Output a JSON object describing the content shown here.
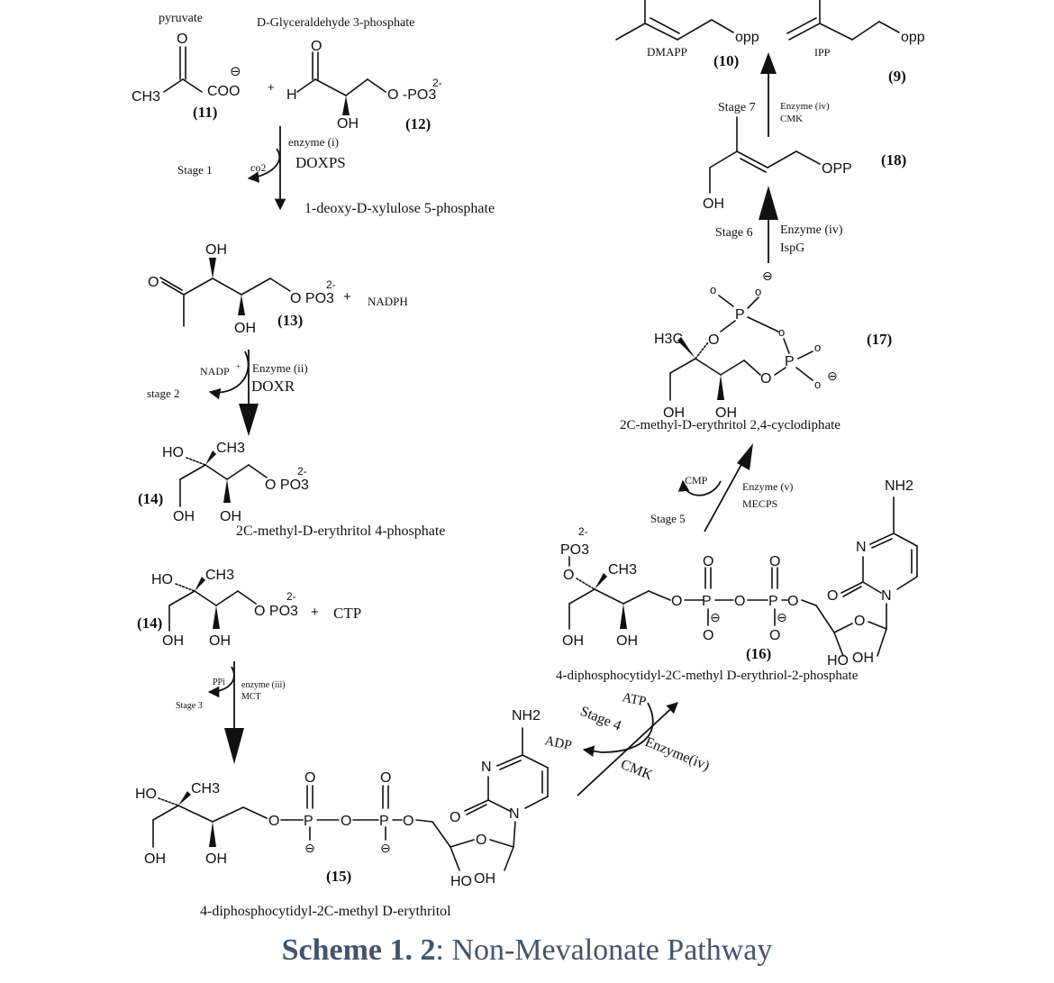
{
  "compounds": {
    "pyruvate": {
      "name": "pyruvate",
      "number": "(11)",
      "groups": {
        "ch3": "CH3",
        "coo": "COO",
        "o": "O",
        "charge": "⊖"
      }
    },
    "g3p": {
      "name": "D-Glyceraldehyde 3-phosphate",
      "number": "(12)",
      "groups": {
        "h": "H",
        "o": "O",
        "oh": "OH",
        "opo3": "O -PO3",
        "charge": "2-"
      }
    },
    "dxp": {
      "name": "1-deoxy-D-xylulose 5-phosphate",
      "number": "(13)",
      "groups": {
        "oh1": "OH",
        "oh2": "OH",
        "o": "O",
        "opo3": "O PO3",
        "charge": "2-"
      }
    },
    "mep": {
      "name": "2C-methyl-D-erythritol 4-phosphate",
      "number": "(14)",
      "groups": {
        "ho": "HO",
        "ch3": "CH3",
        "oh1": "OH",
        "oh2": "OH",
        "opo3": "O PO3",
        "charge": "2-"
      }
    },
    "mep2": {
      "number": "(14)",
      "groups": {
        "ho": "HO",
        "ch3": "CH3",
        "oh1": "OH",
        "oh2": "OH",
        "opo3": "O PO3",
        "charge": "2-"
      }
    },
    "cdpme": {
      "name": "4-diphosphocytidyl-2C-methyl D-erythritol",
      "number": "(15)",
      "groups": {
        "ho": "HO",
        "ch3": "CH3",
        "oh1": "OH",
        "oh2": "OH",
        "o": "O",
        "p": "P",
        "charge": "⊖",
        "nh2": "NH2",
        "n": "N",
        "ho2": "HO",
        "oh3": "OH"
      }
    },
    "cdpmep": {
      "name": "4-diphosphocytidyl-2C-methyl D-erythriol-2-phosphate",
      "number": "(16)",
      "groups": {
        "po3": "PO3",
        "charge": "2-",
        "o": "O",
        "ch3": "CH3",
        "oh1": "OH",
        "oh2": "OH",
        "p": "P",
        "minus": "⊖",
        "nh2": "NH2",
        "n": "N",
        "ho": "HO",
        "oh3": "OH"
      }
    },
    "mecpp": {
      "name": "2C-methyl-D-erythritol 2,4-cyclodiphate",
      "number": "(17)",
      "groups": {
        "h3c": "H3C",
        "o": "O",
        "o_small": "o",
        "p": "P",
        "oh1": "OH",
        "oh2": "OH",
        "minus": "⊖"
      }
    },
    "hmbpp": {
      "number": "(18)",
      "groups": {
        "oh": "OH",
        "opp": "OPP"
      }
    },
    "dmapp": {
      "name": "DMAPP",
      "number": "(10)",
      "groups": {
        "opp": "opp"
      }
    },
    "ipp": {
      "name": "IPP",
      "number": "(9)",
      "groups": {
        "opp": "opp"
      }
    }
  },
  "misc": {
    "plus": "+",
    "nadph": "NADPH",
    "nadp": "NADP",
    "nadp_sup": "+",
    "ctp": "CTP",
    "co2": "co2",
    "ppi": "PPi",
    "atp": "ATP",
    "adp": "ADP",
    "cmp": "CMP"
  },
  "stages": {
    "s1": {
      "label": "Stage 1",
      "enzyme": "enzyme (i)",
      "name": "DOXPS"
    },
    "s2": {
      "label": "stage 2",
      "enzyme": "Enzyme (ii)",
      "name": "DOXR"
    },
    "s3": {
      "label": "Stage 3",
      "enzyme": "enzyme (iii)",
      "name": "MCT"
    },
    "s4": {
      "label": "Stage 4",
      "enzyme": "Enzyme(iv)",
      "name": "CMK"
    },
    "s5": {
      "label": "Stage 5",
      "enzyme": "Enzyme (v)",
      "name": "MECPS"
    },
    "s6": {
      "label": "Stage 6",
      "enzyme": "Enzyme (iv)",
      "name": "IspG"
    },
    "s7": {
      "label": "Stage 7",
      "enzyme": "Enzyme (iv)",
      "name": "CMK"
    }
  },
  "caption": {
    "prefix": "Scheme 1. 2",
    "text": ": Non-Mevalonate Pathway"
  }
}
